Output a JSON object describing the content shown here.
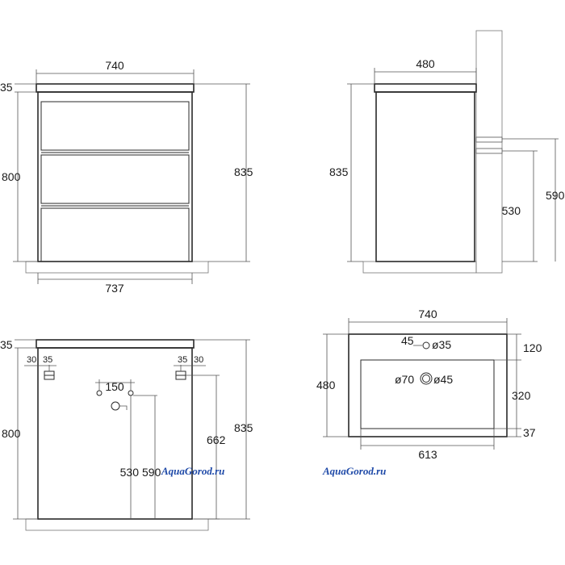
{
  "watermark": "AquaGorod.ru",
  "front_view": {
    "width_top": "740",
    "width_bottom": "737",
    "height_total": "835",
    "height_body": "800",
    "top_thickness": "35"
  },
  "side_view": {
    "depth": "480",
    "height_total": "835",
    "outlet_height_530": "530",
    "outlet_height_590": "590"
  },
  "back_view": {
    "top_thickness": "35",
    "height_body": "800",
    "height_total": "835",
    "height_662": "662",
    "bracket_left_30": "30",
    "bracket_left_35": "35",
    "bracket_right_35": "35",
    "bracket_right_30": "30",
    "pipe_spacing": "150",
    "pipe_height_530": "530",
    "pipe_height_590": "590"
  },
  "top_view": {
    "width": "740",
    "basin_width": "613",
    "depth": "480",
    "offset_120": "120",
    "basin_depth": "320",
    "offset_37": "37",
    "tap_offset": "45",
    "tap_hole": "ø35",
    "drain_outer": "ø70",
    "drain_inner": "ø45"
  }
}
